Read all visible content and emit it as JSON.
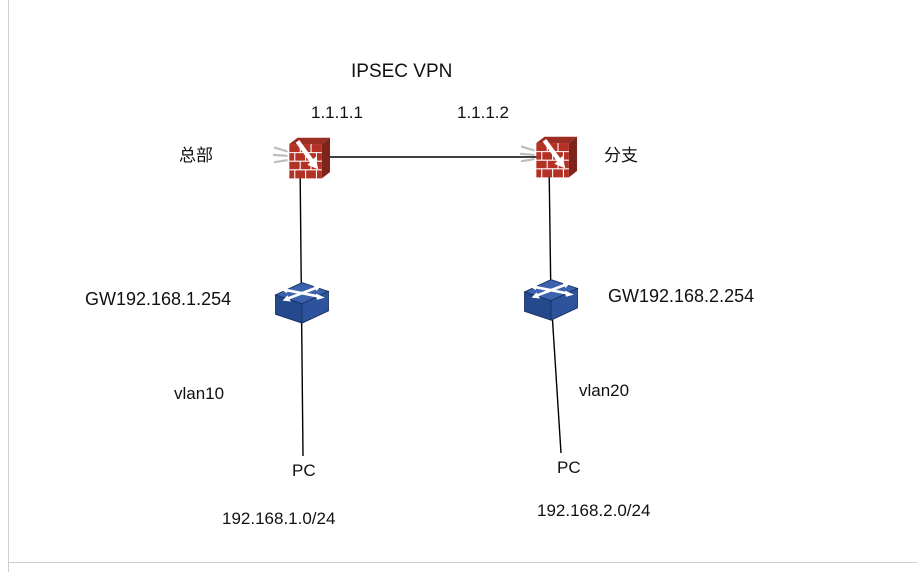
{
  "page": {
    "background": "#ffffff",
    "border_color": "#cfcfcf"
  },
  "diagram": {
    "title": "IPSEC VPN",
    "link_color": "#000000",
    "colors": {
      "firewall_red": "#b43126",
      "firewall_dark": "#8c241c",
      "switch_blue": "#2f5496",
      "switch_dark": "#1f3864"
    },
    "firewalls": {
      "left": {
        "name": "总部",
        "ip": "1.1.1.1",
        "icon": "firewall-icon"
      },
      "right": {
        "name": "分支",
        "ip": "1.1.1.2",
        "icon": "firewall-icon"
      }
    },
    "switches": {
      "left": {
        "gateway": "GW192.168.1.254",
        "vlan": "vlan10",
        "icon": "switch-icon"
      },
      "right": {
        "gateway": "GW192.168.2.254",
        "vlan": "vlan20",
        "icon": "switch-icon"
      }
    },
    "pcs": {
      "left": {
        "label": "PC",
        "subnet": "192.168.1.0/24"
      },
      "right": {
        "label": "PC",
        "subnet": "192.168.2.0/24"
      }
    }
  }
}
